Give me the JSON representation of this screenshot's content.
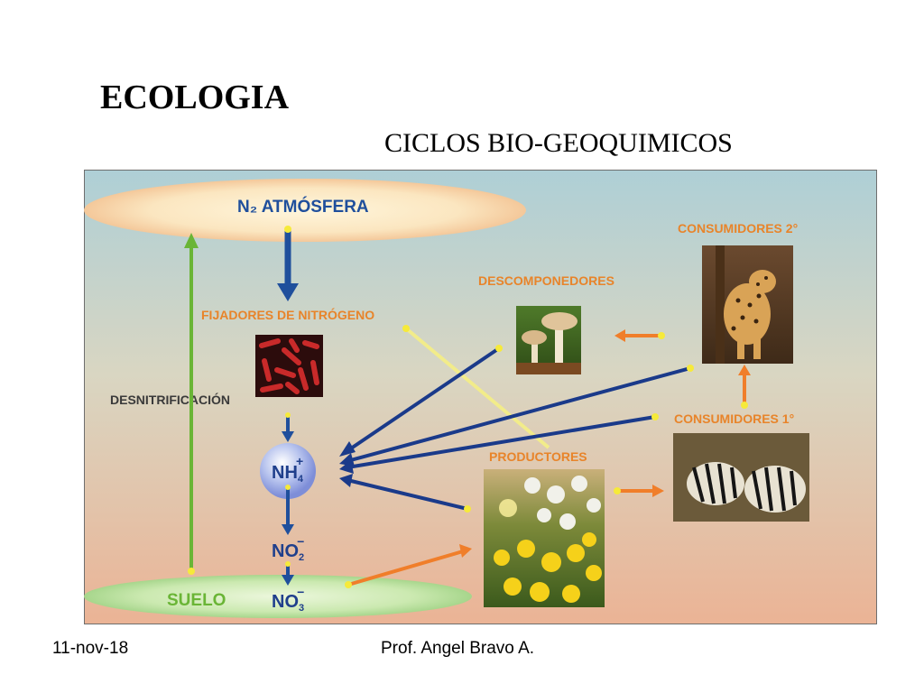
{
  "slide": {
    "title": "ECOLOGIA",
    "subtitle": "CICLOS  BIO-GEOQUIMICOS",
    "date": "11-nov-18",
    "author": "Prof.  Angel Bravo A."
  },
  "diagram": {
    "n2_label": "N₂ ATMÓSFERA",
    "fijadores": "FIJADORES DE NITRÓGENO",
    "desnitrificacion": "DESNITRIFICACIÓN",
    "descomponedores": "DESCOMPONEDORES",
    "consumidores2": "CONSUMIDORES 2°",
    "consumidores1": "CONSUMIDORES 1°",
    "productores": "PRODUCTORES",
    "suelo": "SUELO",
    "nh4": {
      "base": "NH",
      "sub": "4",
      "sup": "+"
    },
    "no2": {
      "base": "NO",
      "sub": "2",
      "sup": "−"
    },
    "no3": {
      "base": "NO",
      "sub": "3",
      "sup": "−"
    }
  },
  "colors": {
    "label_orange": "#e8842a",
    "blue_arrow": "#1f4f9c",
    "dark_arrow": "#1a3a8a",
    "green_arrow": "#6ab536",
    "orange_arrow": "#f07e2a",
    "yellow_arrow": "#f2ec8a"
  }
}
